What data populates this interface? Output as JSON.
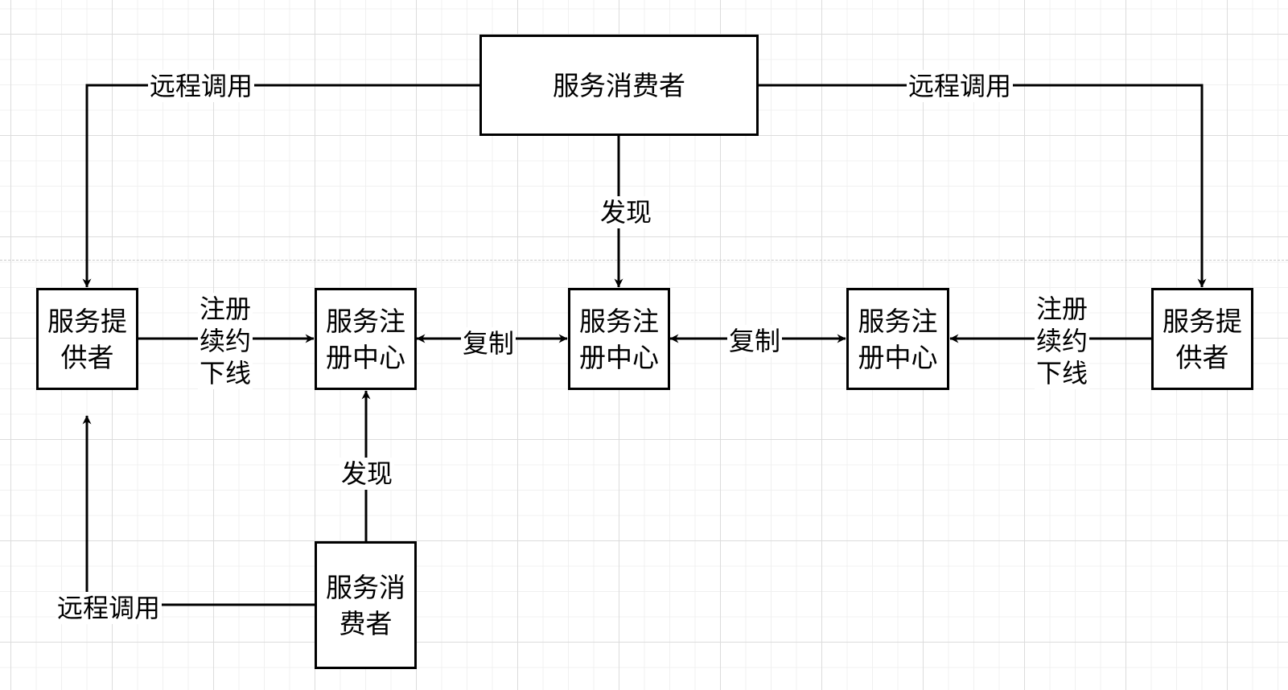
{
  "diagram": {
    "nodes": {
      "consumer_top": "服务消费者",
      "provider_left": "服务提\n供者",
      "registry_left": "服务注\n册中心",
      "registry_center": "服务注\n册中心",
      "registry_right": "服务注\n册中心",
      "provider_right": "服务提\n供者",
      "consumer_bottom": "服务消\n费者"
    },
    "edges": {
      "remote_call_top_left": "远程调用",
      "remote_call_top_right": "远程调用",
      "discover_top": "发现",
      "register_left": "注册\n续约\n下线",
      "replicate_left": "复制",
      "replicate_right": "复制",
      "register_right": "注册\n续约\n下线",
      "discover_bottom": "发现",
      "remote_call_bottom": "远程调用"
    },
    "colors": {
      "stroke": "#000000",
      "node_fill": "#ffffff",
      "grid_major": "#dcdcdc",
      "grid_minor": "#f0f0f0"
    }
  }
}
